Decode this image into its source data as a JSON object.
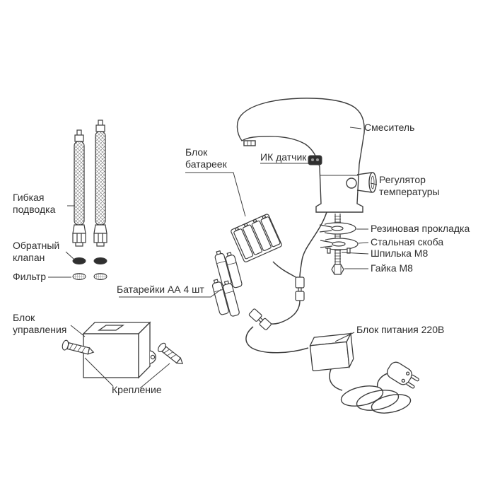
{
  "page": {
    "background": "#ffffff",
    "description_type": "assembly-diagram"
  },
  "colors": {
    "line": "#3d3d3d",
    "text": "#2e2e2e",
    "dark_fill": "#2f2f2f"
  },
  "labels": {
    "flexible_hose": {
      "line1": "Гибкая",
      "line2": "подводка"
    },
    "check_valve": {
      "line1": "Обратный",
      "line2": "клапан"
    },
    "filter": {
      "line1": "Фильтр"
    },
    "control_unit": {
      "line1": "Блок",
      "line2": "управления"
    },
    "mounting": {
      "line1": "Крепление"
    },
    "battery_pack": {
      "line1": "Блок",
      "line2": "батареек"
    },
    "batteries": {
      "line1": "Батарейки АА 4 шт"
    },
    "ir_sensor": {
      "line1": "ИК датчик"
    },
    "mixer": {
      "line1": "Смеситель"
    },
    "temp_regulator": {
      "line1": "Регулятор",
      "line2": "температуры"
    },
    "rubber_gasket": {
      "line1": "Резиновая прокладка"
    },
    "steel_bracket": {
      "line1": "Стальная скоба"
    },
    "stud_m8": {
      "line1": "Шпилька М8"
    },
    "nut_m8": {
      "line1": "Гайка М8"
    },
    "power_supply": {
      "line1": "Блок питания 220В"
    }
  }
}
